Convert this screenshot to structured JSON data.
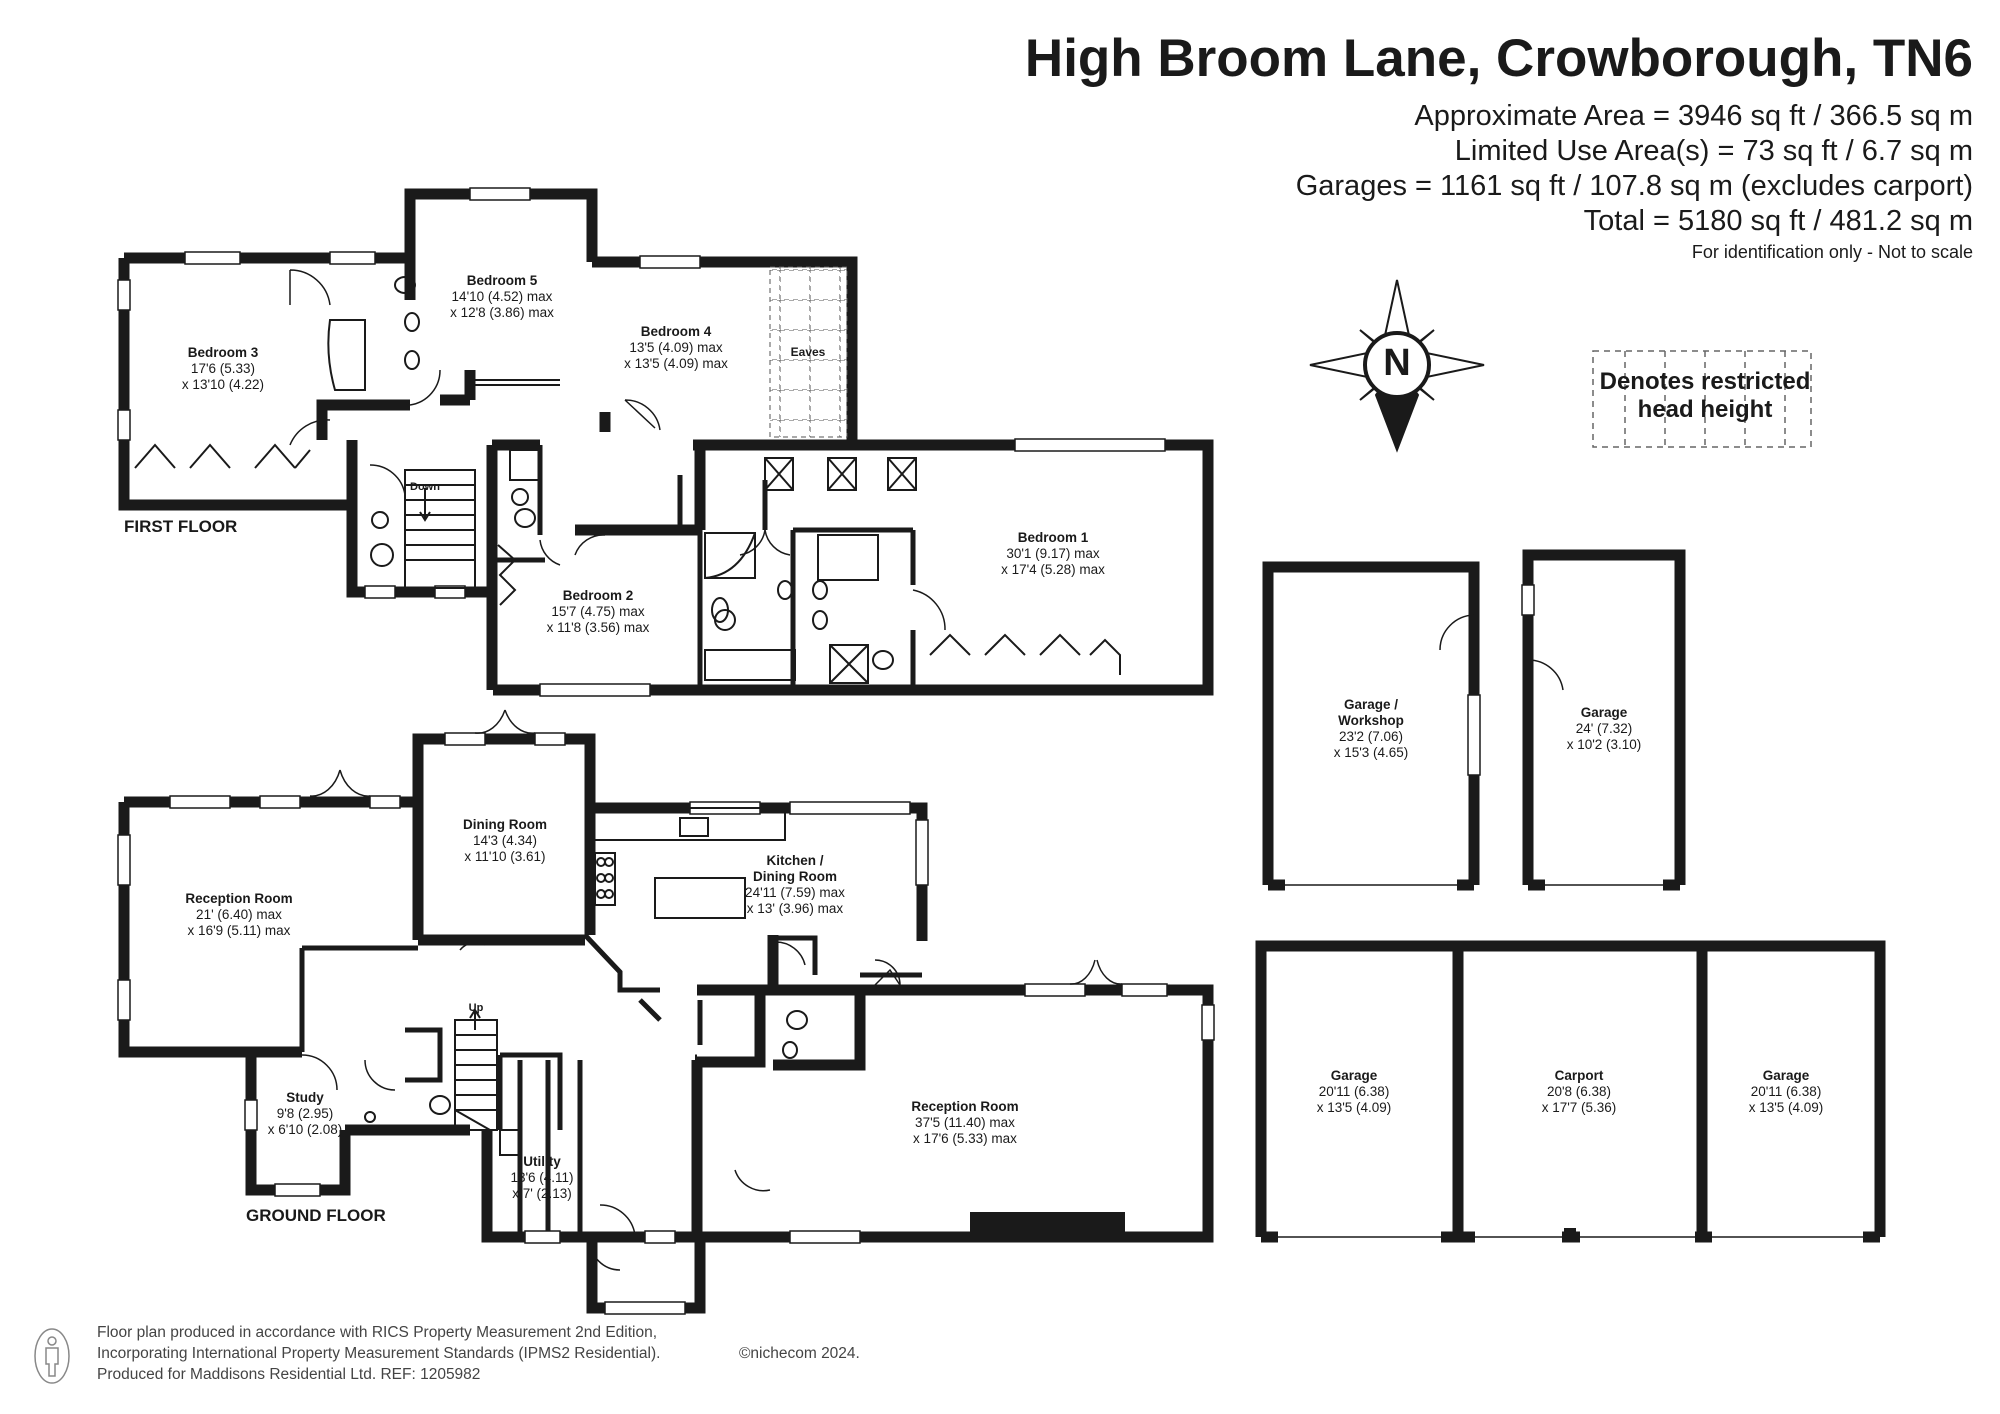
{
  "header": {
    "title": "High Broom Lane, Crowborough, TN6",
    "areas": [
      "Approximate Area = 3946 sq ft / 366.5 sq m",
      "Limited Use Area(s) = 73 sq ft / 6.7 sq m",
      "Garages = 1161 sq ft / 107.8 sq m (excludes carport)",
      "Total = 5180 sq ft / 481.2 sq m"
    ],
    "note": "For identification only - Not to scale"
  },
  "compass": {
    "letter": "N",
    "icon": "compass-icon"
  },
  "legend": {
    "line1": "Denotes restricted",
    "line2": "head height"
  },
  "floors": {
    "first": "FIRST FLOOR",
    "ground": "GROUND FLOOR"
  },
  "rooms": {
    "bedroom3": {
      "name": "Bedroom 3",
      "dim1": "17'6 (5.33)",
      "dim2": "x 13'10 (4.22)"
    },
    "bedroom5": {
      "name": "Bedroom 5",
      "dim1": "14'10 (4.52) max",
      "dim2": "x 12'8 (3.86) max"
    },
    "bedroom4": {
      "name": "Bedroom 4",
      "dim1": "13'5 (4.09) max",
      "dim2": "x 13'5 (4.09) max"
    },
    "eaves": {
      "name": "Eaves"
    },
    "down": {
      "name": "Down"
    },
    "bedroom1": {
      "name": "Bedroom 1",
      "dim1": "30'1 (9.17) max",
      "dim2": "x 17'4 (5.28) max"
    },
    "bedroom2": {
      "name": "Bedroom 2",
      "dim1": "15'7 (4.75) max",
      "dim2": "x 11'8 (3.56) max"
    },
    "garage_workshop": {
      "name1": "Garage /",
      "name2": "Workshop",
      "dim1": "23'2 (7.06)",
      "dim2": "x 15'3 (4.65)"
    },
    "garage_small": {
      "name": "Garage",
      "dim1": "24' (7.32)",
      "dim2": "x 10'2 (3.10)"
    },
    "dining": {
      "name": "Dining Room",
      "dim1": "14'3 (4.34)",
      "dim2": "x 11'10 (3.61)"
    },
    "reception_left": {
      "name": "Reception Room",
      "dim1": "21' (6.40) max",
      "dim2": "x 16'9 (5.11) max"
    },
    "kitchen": {
      "name1": "Kitchen /",
      "name2": "Dining Room",
      "dim1": "24'11 (7.59) max",
      "dim2": "x 13' (3.96) max"
    },
    "up": {
      "name": "Up"
    },
    "study": {
      "name": "Study",
      "dim1": "9'8 (2.95)",
      "dim2": "x 6'10 (2.08)"
    },
    "utility": {
      "name": "Utility",
      "dim1": "13'6 (4.11)",
      "dim2": "x 7' (2.13)"
    },
    "reception_right": {
      "name": "Reception Room",
      "dim1": "37'5 (11.40) max",
      "dim2": "x 17'6 (5.33) max"
    },
    "garage_left": {
      "name": "Garage",
      "dim1": "20'11 (6.38)",
      "dim2": "x 13'5 (4.09)"
    },
    "carport": {
      "name": "Carport",
      "dim1": "20'8 (6.38)",
      "dim2": "x 17'7 (5.36)"
    },
    "garage_right": {
      "name": "Garage",
      "dim1": "20'11 (6.38)",
      "dim2": "x 13'5 (4.09)"
    }
  },
  "footer": {
    "line1": "Floor plan produced in accordance with RICS Property Measurement 2nd Edition,",
    "line2": "Incorporating International Property Measurement Standards (IPMS2 Residential).",
    "copyright": "©nichecom 2024.",
    "line3": "Produced for Maddisons Residential Ltd.   REF: 1205982",
    "icon": "person-icon"
  }
}
